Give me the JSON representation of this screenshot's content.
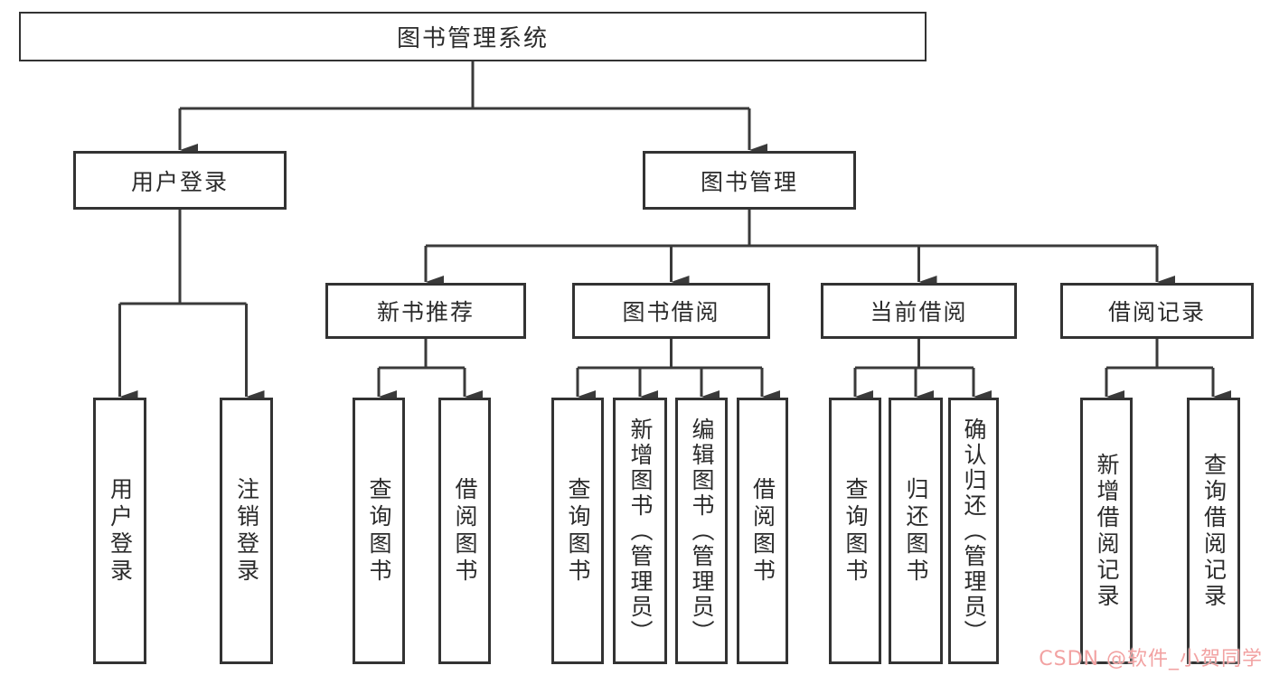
{
  "diagram": {
    "root": {
      "label": "图书管理系统"
    },
    "level2": {
      "user_login": {
        "label": "用户登录"
      },
      "book_management": {
        "label": "图书管理"
      }
    },
    "level3": {
      "new_book_recommend": {
        "label": "新书推荐"
      },
      "book_borrow": {
        "label": "图书借阅"
      },
      "current_borrow": {
        "label": "当前借阅"
      },
      "borrow_records": {
        "label": "借阅记录"
      }
    },
    "leaves": {
      "user_login_leaf": {
        "label": "用户登录"
      },
      "logout": {
        "label": "注销登录"
      },
      "query_books_recommend": {
        "label": "查询图书"
      },
      "borrow_books_recommend": {
        "label": "借阅图书"
      },
      "query_books_borrow": {
        "label": "查询图书"
      },
      "add_book_admin": {
        "label": "新增图书（管理员）"
      },
      "edit_book_admin": {
        "label": "编辑图书（管理员）"
      },
      "borrow_books": {
        "label": "借阅图书"
      },
      "query_books_current": {
        "label": "查询图书"
      },
      "return_book": {
        "label": "归还图书"
      },
      "confirm_return_admin": {
        "label": "确认归还（管理员）"
      },
      "add_borrow_record": {
        "label": "新增借阅记录"
      },
      "query_borrow_record": {
        "label": "查询借阅记录"
      }
    },
    "colors": {
      "line": "#3a3a3a",
      "box_border": "#333333",
      "text": "#2b2b2b",
      "watermark": "#f2a2a2",
      "background": "#ffffff"
    }
  },
  "watermark": {
    "text": "CSDN @软件_小贺同学"
  }
}
